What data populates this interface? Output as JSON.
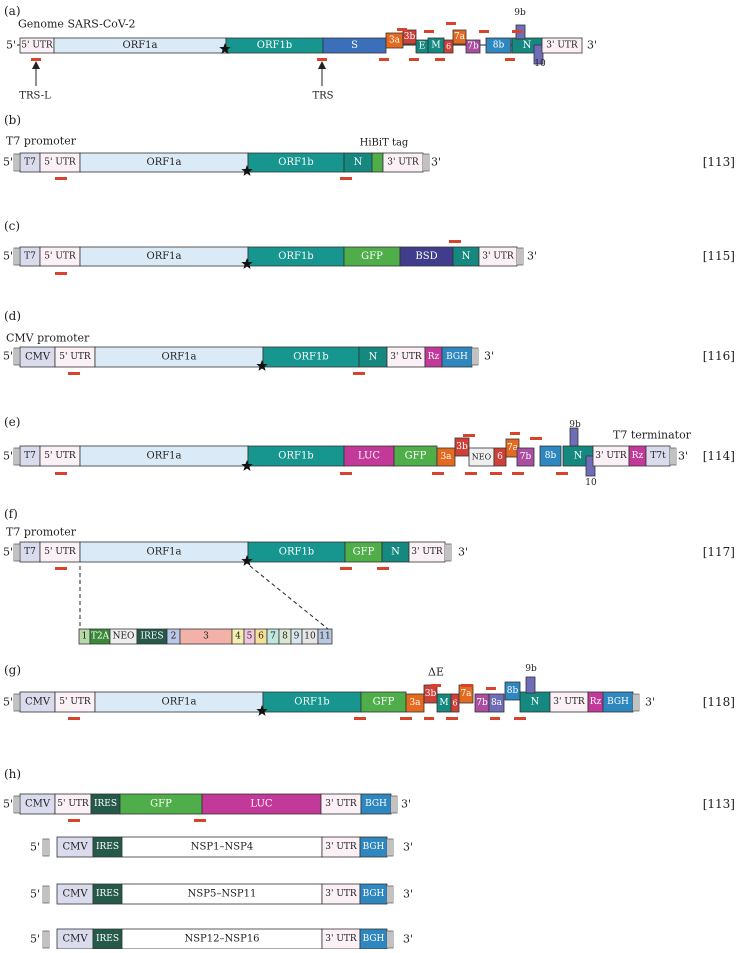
{
  "panels": {
    "a": {
      "letter": "(a)",
      "title": "Genome SARS-CoV-2",
      "five": "5'",
      "three": "3'",
      "labels": {
        "utr5": "5' UTR",
        "orf1a": "ORF1a",
        "orf1b": "ORF1b",
        "s": "S",
        "g3a": "3a",
        "g3b": "3b",
        "e": "E",
        "m": "M",
        "g6": "6",
        "g7a": "7a",
        "g7b": "7b",
        "g8b": "8b",
        "n": "N",
        "g9b": "9b",
        "g10": "10",
        "utr3": "3' UTR"
      },
      "arrows": {
        "trsl": "TRS-L",
        "trs": "TRS"
      }
    },
    "b": {
      "letter": "(b)",
      "title": "T7 promoter",
      "five": "5'",
      "three": "3'",
      "ref": "[113]",
      "tag": "HiBiT tag",
      "labels": {
        "t7": "T7",
        "utr5": "5' UTR",
        "orf1a": "ORF1a",
        "orf1b": "ORF1b",
        "n": "N",
        "utr3": "3' UTR"
      }
    },
    "c": {
      "letter": "(c)",
      "five": "5'",
      "three": "3'",
      "ref": "[115]",
      "labels": {
        "t7": "T7",
        "utr5": "5' UTR",
        "orf1a": "ORF1a",
        "orf1b": "ORF1b",
        "gfp": "GFP",
        "bsd": "BSD",
        "n": "N",
        "utr3": "3' UTR"
      }
    },
    "d": {
      "letter": "(d)",
      "title": "CMV promoter",
      "five": "5'",
      "three": "3'",
      "ref": "[116]",
      "labels": {
        "cmv": "CMV",
        "utr5": "5' UTR",
        "orf1a": "ORF1a",
        "orf1b": "ORF1b",
        "n": "N",
        "utr3": "3' UTR",
        "rz": "Rz",
        "bgh": "BGH"
      }
    },
    "e": {
      "letter": "(e)",
      "five": "5'",
      "three": "3'",
      "ref": "[114]",
      "terminator": "T7 terminator",
      "labels": {
        "t7": "T7",
        "utr5": "5' UTR",
        "orf1a": "ORF1a",
        "orf1b": "ORF1b",
        "luc": "LUC",
        "gfp": "GFP",
        "g3a": "3a",
        "g3b": "3b",
        "neo": "NEO",
        "g6": "6",
        "g7a": "7a",
        "g7b": "7b",
        "g8b": "8b",
        "n": "N",
        "g9b": "9b",
        "g10": "10",
        "utr3": "3' UTR",
        "rz": "Rz",
        "t7t": "T7t"
      }
    },
    "f": {
      "letter": "(f)",
      "title": "T7 promoter",
      "five": "5'",
      "three": "3'",
      "ref": "[117]",
      "labels": {
        "t7": "T7",
        "utr5": "5' UTR",
        "orf1a": "ORF1a",
        "orf1b": "ORF1b",
        "gfp": "GFP",
        "n": "N",
        "utr3": "3' UTR"
      },
      "nsp": {
        "n1": "1",
        "t2a": "T2A",
        "neo": "NEO",
        "ires": "IRES",
        "n2": "2",
        "n3": "3",
        "n4": "4",
        "n5": "5",
        "n6": "6",
        "n7": "7",
        "n8": "8",
        "n9": "9",
        "n10": "10",
        "n11": "11"
      }
    },
    "g": {
      "letter": "(g)",
      "five": "5'",
      "three": "3'",
      "ref": "[118]",
      "deltaE": "ΔE",
      "labels": {
        "cmv": "CMV",
        "utr5": "5' UTR",
        "orf1a": "ORF1a",
        "orf1b": "ORF1b",
        "gfp": "GFP",
        "g3a": "3a",
        "g3b": "3b",
        "m": "M",
        "g6": "6",
        "g7a": "7a",
        "g7b": "7b",
        "g8a": "8a",
        "g8b": "8b",
        "n": "N",
        "g9b": "9b",
        "utr3": "3' UTR",
        "rz": "Rz",
        "bgh": "BGH"
      }
    },
    "h": {
      "letter": "(h)",
      "five": "5'",
      "three": "3'",
      "ref": "[113]",
      "labels": {
        "cmv": "CMV",
        "utr5": "5' UTR",
        "ires": "IRES",
        "gfp": "GFP",
        "luc": "LUC",
        "utr3": "3' UTR",
        "bgh": "BGH"
      },
      "sub": [
        {
          "cmv": "CMV",
          "ires": "IRES",
          "body": "NSP1–NSP4",
          "utr3": "3' UTR",
          "bgh": "BGH",
          "five": "5'",
          "three": "3'"
        },
        {
          "cmv": "CMV",
          "ires": "IRES",
          "body": "NSP5–NSP11",
          "utr3": "3' UTR",
          "bgh": "BGH",
          "five": "5'",
          "three": "3'"
        },
        {
          "cmv": "CMV",
          "ires": "IRES",
          "body": "NSP12–NSP16",
          "utr3": "3' UTR",
          "bgh": "BGH",
          "five": "5'",
          "three": "3'"
        }
      ]
    }
  },
  "colors": {
    "utr": "#fbf0f5",
    "orf1a": "#dbeaf7",
    "orf1b": "#17958f",
    "s": "#3c6fba",
    "orange": "#e46a1f",
    "red": "#cf4138",
    "teal": "#15897f",
    "purple": "#a94ea0",
    "blue": "#2f87c0",
    "indigo": "#6f6cb8",
    "prom": "#dadbed",
    "green": "#4fae4a",
    "navy": "#3f3d8c",
    "magenta": "#c2399a",
    "darkgreen": "#25594a",
    "bar": "#d8432c",
    "white": "#ffffff",
    "grey": "#eeeeee"
  }
}
